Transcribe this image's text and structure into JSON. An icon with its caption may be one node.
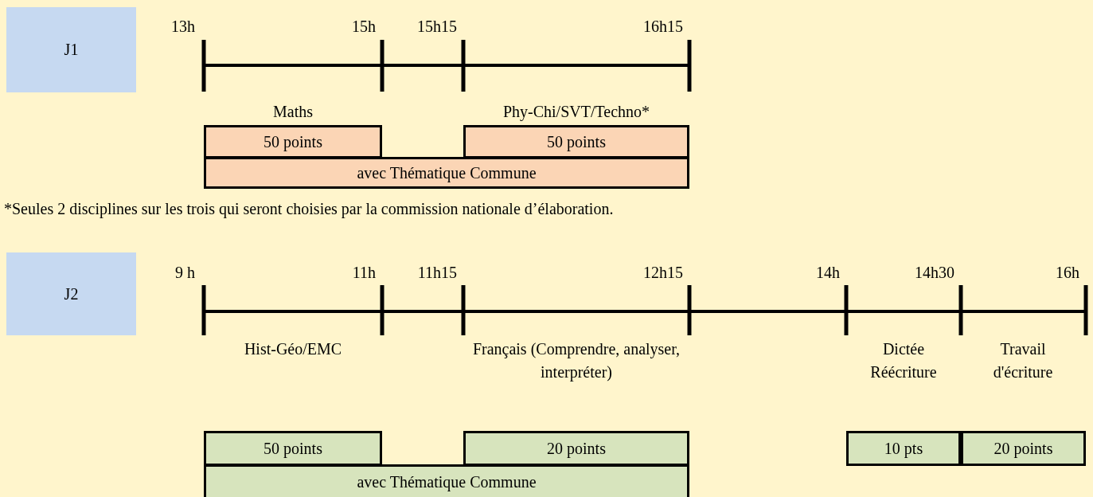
{
  "diagram": {
    "nodes": [
      {
        "text": [
          "J1"
        ]
      },
      {
        "text": [
          "50 points"
        ]
      },
      {
        "text": [
          "50 points"
        ]
      },
      {
        "text": [
          "avec Thématique Commune"
        ]
      },
      {
        "text": [
          "J2"
        ]
      },
      {
        "text": [
          "50 points"
        ]
      },
      {
        "text": [
          "20 points"
        ]
      },
      {
        "text": [
          "10 pts"
        ]
      },
      {
        "text": [
          "20 points"
        ]
      },
      {
        "text": [
          "avec Thématique Commune"
        ]
      }
    ],
    "labels": [
      "13h",
      "15h",
      "15h15",
      "16h15",
      "Maths",
      "Phy-Chi/SVT/Techno*",
      "*Seules 2 disciplines sur les trois qui seront choisies par la commission nationale d’élaboration.",
      "9 h",
      "11h",
      "11h15",
      "12h15",
      "14h",
      "14h30",
      "16h",
      "Hist-Géo/EMC",
      "Français (Comprendre, analyser, interpréter)",
      "Dictée Réécriture",
      "Travail d'écriture"
    ]
  }
}
